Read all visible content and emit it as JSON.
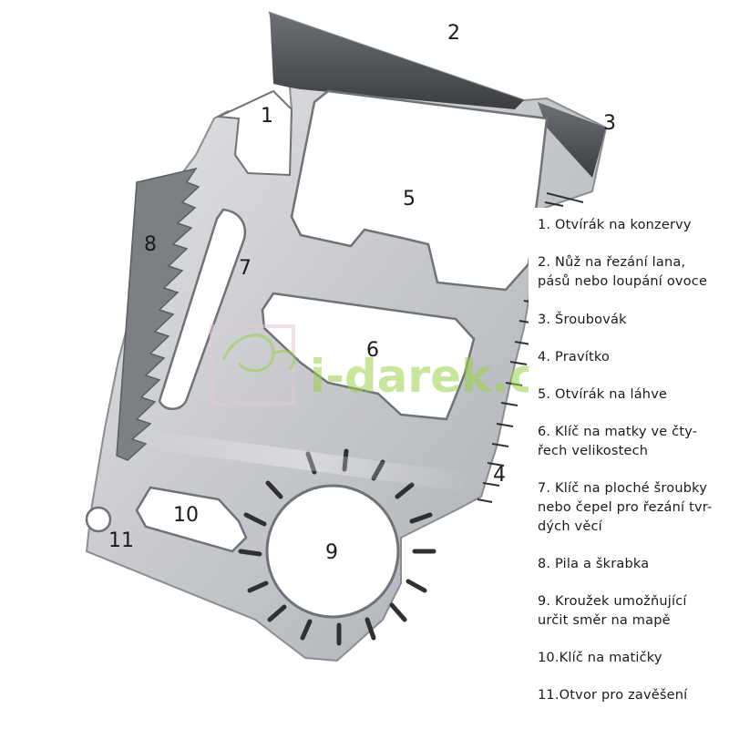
{
  "labels": [
    "1",
    "2",
    "3",
    "4",
    "5",
    "6",
    "7",
    "8",
    "9",
    "10",
    "11"
  ],
  "watermark": {
    "text": "i-darek.cz",
    "color": "#9bd24a"
  },
  "legend": [
    [
      "1. Otvírák na konzervy"
    ],
    [
      "2. Nůž na řezání lana,",
      "pásů nebo loupání ovoce"
    ],
    [
      "3. Šroubovák"
    ],
    [
      "4. Pravítko"
    ],
    [
      "5. Otvírák na láhve"
    ],
    [
      "6. Klíč na matky ve čty-",
      "řech velikostech"
    ],
    [
      "7. Klíč na ploché šroubky",
      "nebo čepel pro řezání tvr-",
      "dých věcí"
    ],
    [
      "8. Pila a škrabka"
    ],
    [
      "9. Kroužek umožňující",
      "určit směr na mapě"
    ],
    [
      "10.Klíč na matičky"
    ],
    [
      "11.Otvor pro zavěšení"
    ]
  ]
}
